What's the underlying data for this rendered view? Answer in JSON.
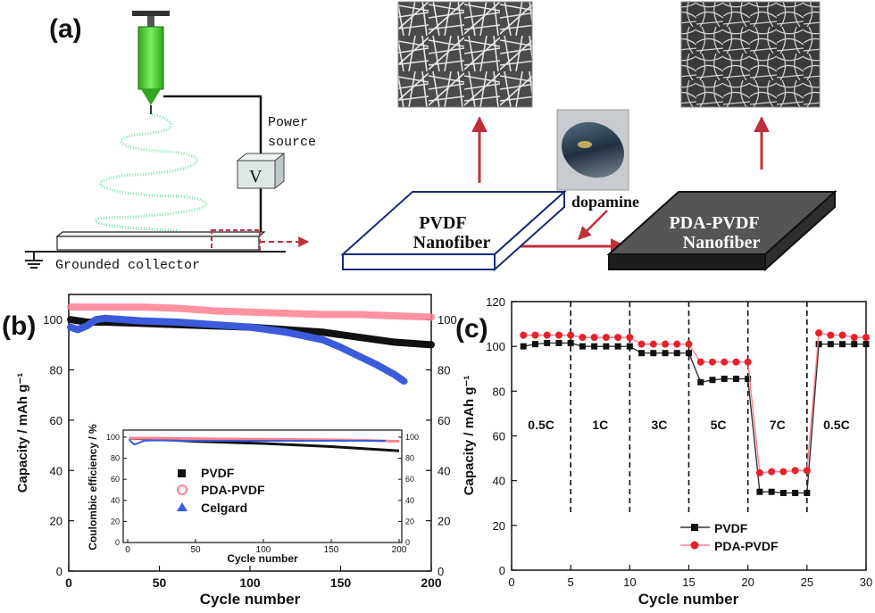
{
  "panels": {
    "a": {
      "label": "(a)",
      "power_source_line1": "Power",
      "power_source_line2": "source",
      "voltmeter_symbol": "V",
      "grounded_collector": "Grounded collector",
      "pvdf_line1": "PVDF",
      "pvdf_line2": "Nanofiber",
      "dopamine": "dopamine",
      "pda_line1": "PDA-PVDF",
      "pda_line2": "Nanofiber"
    },
    "b": {
      "label": "(b)",
      "legend": [
        "PVDF",
        "PDA-PVDF",
        "Celgard"
      ]
    },
    "c": {
      "label": "(c)",
      "legend": [
        "PVDF",
        "PDA-PVDF"
      ],
      "rate_labels": [
        "0.5C",
        "1C",
        "3C",
        "5C",
        "7C",
        "0.5C"
      ]
    }
  },
  "colors": {
    "pvdf": "#111111",
    "pda_pvdf": "#ff7f8f",
    "celgard": "#3b5bdb",
    "pda_red": "#e8202a",
    "arrow": "#c0303a",
    "syringe": "#4fd13a"
  },
  "chart_data": [
    {
      "type": "scatter",
      "panel": "b",
      "xlabel": "Cycle number",
      "ylabel": "Capacity / mAh g⁻¹",
      "xlim": [
        0,
        200
      ],
      "ylim": [
        0,
        110
      ],
      "xticks": [
        0,
        50,
        100,
        150,
        200
      ],
      "yticks": [
        0,
        20,
        40,
        60,
        80,
        100
      ],
      "right_axis_ticks": [
        0,
        20,
        40,
        60,
        80,
        100
      ],
      "legend_position": "inset-lower-left",
      "series": [
        {
          "name": "PVDF",
          "marker": "square",
          "x": [
            1,
            10,
            20,
            40,
            60,
            80,
            100,
            120,
            140,
            160,
            180,
            200
          ],
          "y": [
            100,
            99,
            99,
            98.5,
            98,
            97.5,
            97,
            96,
            95,
            93,
            91,
            90
          ]
        },
        {
          "name": "PDA-PVDF",
          "marker": "circle-open",
          "x": [
            1,
            20,
            40,
            60,
            80,
            100,
            120,
            140,
            160,
            180,
            200
          ],
          "y": [
            105,
            105,
            105,
            104.5,
            103.5,
            103,
            102.5,
            102,
            102,
            101.5,
            101
          ]
        },
        {
          "name": "Celgard",
          "marker": "triangle",
          "x": [
            1,
            5,
            10,
            15,
            20,
            40,
            60,
            80,
            100,
            120,
            140,
            150,
            160,
            170,
            180,
            185
          ],
          "y": [
            97,
            96,
            97.5,
            100,
            100.5,
            99.5,
            99,
            98,
            97,
            95,
            92,
            89,
            85.5,
            82,
            78,
            75.5
          ]
        }
      ]
    },
    {
      "type": "line",
      "panel": "b-inset",
      "xlabel": "Cycle number",
      "ylabel": "Coulombic efficiency / %",
      "xlim": [
        0,
        200
      ],
      "ylim": [
        0,
        105
      ],
      "xticks": [
        0,
        50,
        100,
        150,
        200
      ],
      "yticks": [
        0,
        20,
        40,
        60,
        80,
        100
      ],
      "series": [
        {
          "x": [
            1,
            20,
            50,
            100,
            150,
            175,
            200
          ],
          "y": [
            99,
            98,
            96,
            94,
            91,
            89,
            87
          ]
        },
        {
          "x": [
            1,
            20,
            50,
            100,
            150,
            175,
            200
          ],
          "y": [
            99,
            99,
            98.5,
            98,
            97.5,
            97,
            96
          ]
        },
        {
          "x": [
            1,
            3,
            5,
            8,
            12,
            20,
            40,
            80,
            120,
            160,
            190
          ],
          "y": [
            98,
            95,
            93,
            94.5,
            96.5,
            97,
            96.5,
            96.5,
            96.5,
            96.5,
            96.5
          ]
        }
      ]
    },
    {
      "type": "line",
      "panel": "c",
      "xlabel": "Cycle number",
      "ylabel": "Capacity / mAh g⁻¹",
      "xlim": [
        0,
        30
      ],
      "ylim": [
        0,
        120
      ],
      "xticks": [
        0,
        5,
        10,
        15,
        20,
        25,
        30
      ],
      "yticks": [
        0,
        20,
        40,
        60,
        80,
        100,
        120
      ],
      "dividers": [
        5,
        10,
        15,
        20,
        25
      ],
      "legend_position": "lower-center",
      "series": [
        {
          "name": "PVDF",
          "marker": "square",
          "x": [
            1,
            2,
            3,
            4,
            5,
            6,
            7,
            8,
            9,
            10,
            11,
            12,
            13,
            14,
            15,
            16,
            17,
            18,
            19,
            20,
            21,
            22,
            23,
            24,
            25,
            26,
            27,
            28,
            29,
            30
          ],
          "y": [
            100,
            101,
            101.5,
            101.5,
            101.5,
            100,
            100,
            100,
            100,
            100,
            97,
            97,
            97,
            97,
            97,
            84,
            85,
            85.5,
            85.5,
            85.5,
            35,
            35,
            34.5,
            34.5,
            34.5,
            101,
            101,
            101,
            101,
            101
          ]
        },
        {
          "name": "PDA-PVDF",
          "marker": "circle",
          "x": [
            1,
            2,
            3,
            4,
            5,
            6,
            7,
            8,
            9,
            10,
            11,
            12,
            13,
            14,
            15,
            16,
            17,
            18,
            19,
            20,
            21,
            22,
            23,
            24,
            25,
            26,
            27,
            28,
            29,
            30
          ],
          "y": [
            105,
            105,
            105,
            105,
            105,
            104,
            104,
            104,
            104,
            104,
            101,
            101,
            101,
            101,
            101,
            93,
            93,
            93,
            93,
            93,
            43.5,
            44,
            44,
            44.5,
            44.5,
            106,
            105,
            105,
            104,
            104
          ]
        }
      ]
    }
  ]
}
